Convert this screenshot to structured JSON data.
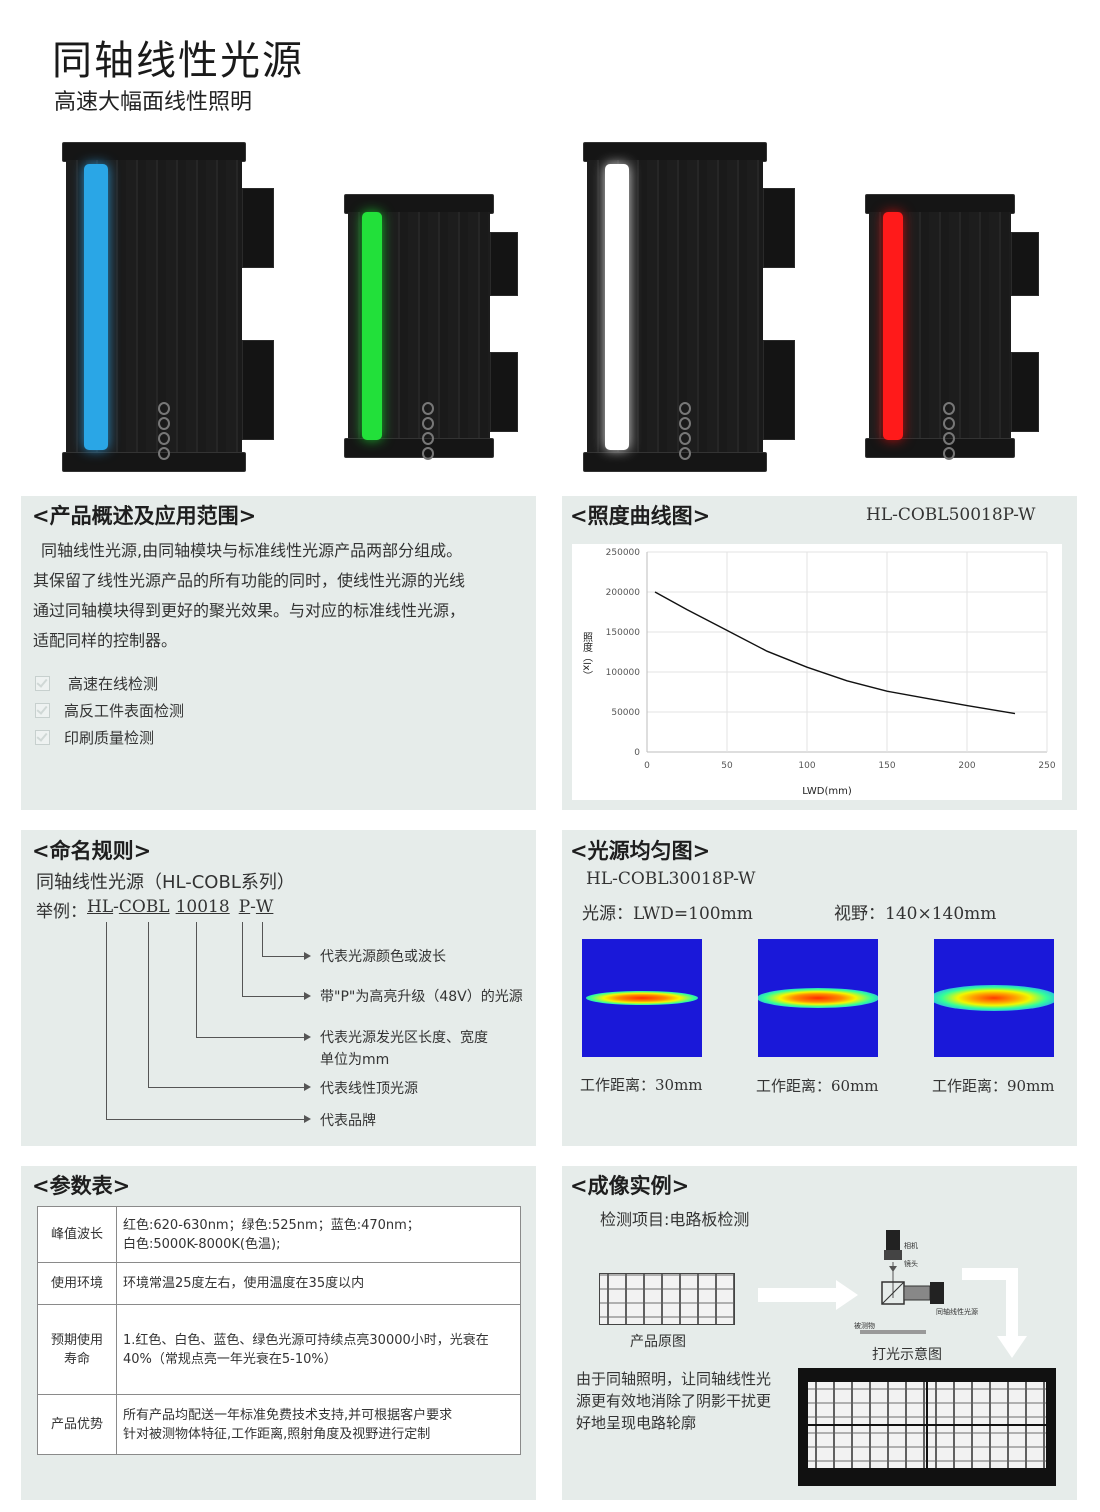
{
  "header": {
    "title": "同轴线性光源",
    "subtitle": "高速大幅面线性照明"
  },
  "products": [
    {
      "color": "blue",
      "hex": "#2aa6e6"
    },
    {
      "color": "green",
      "hex": "#22e03a"
    },
    {
      "color": "white",
      "hex": "#ffffff"
    },
    {
      "color": "red",
      "hex": "#ff1a1a"
    }
  ],
  "overview": {
    "heading": "<产品概述及应用范围>",
    "paragraph_lines": [
      "同轴线性光源,由同轴模块与标准线性光源产品两部分组成。",
      "其保留了线性光源产品的所有功能的同时，使线性光源的光线",
      "通过同轴模块得到更好的聚光效果。与对应的标准线性光源，",
      "适配同样的控制器。"
    ],
    "applications": [
      "高速在线检测",
      "高反工件表面检测",
      "印刷质量检测"
    ]
  },
  "illuminance": {
    "heading": "<照度曲线图>",
    "model": "HL-COBL50018P-W"
  },
  "chart_data": {
    "type": "line",
    "xlabel": "LWD(mm)",
    "ylabel": "照度（lx）",
    "xlim": [
      0,
      250
    ],
    "ylim": [
      0,
      250000
    ],
    "x_ticks": [
      "0",
      "50",
      "100",
      "150",
      "200",
      "250"
    ],
    "y_ticks": [
      "0",
      "50000",
      "100000",
      "150000",
      "200000",
      "250000"
    ],
    "grid": true,
    "series": [
      {
        "x": [
          5,
          25,
          50,
          75,
          100,
          125,
          150,
          175,
          200,
          230
        ],
        "y": [
          200000,
          178000,
          152000,
          126000,
          106000,
          89000,
          76000,
          67000,
          58000,
          48000
        ]
      }
    ]
  },
  "naming": {
    "heading": "<命名规则>",
    "series_line": "同轴线性光源（HL-COBL系列）",
    "example_prefix": "举例：",
    "example_parts": [
      "HL",
      "-",
      "COBL",
      "10018",
      "P",
      "-",
      "W"
    ],
    "labels": [
      "代表光源颜色或波长",
      "带\"P\"为高亮升级（48V）的光源",
      "代表光源发光区长度、宽度",
      "单位为mm",
      "代表线性顶光源",
      "代表品牌"
    ]
  },
  "uniformity": {
    "heading": "<光源均匀图>",
    "model": "HL-COBL30018P-W",
    "source_line": "光源：LWD=100mm",
    "fov_line": "视野：140×140mm",
    "captions": [
      "工作距离：30mm",
      "工作距离：60mm",
      "工作距离：90mm"
    ]
  },
  "params": {
    "heading": "<参数表>",
    "rows": [
      {
        "key": "峰值波长",
        "lines": [
          "红色:620-630nm；绿色:525nm；蓝色:470nm；",
          "白色:5000K-8000K(色温);"
        ]
      },
      {
        "key": "使用环境",
        "lines": [
          "环境常温25度左右，使用温度在35度以内"
        ]
      },
      {
        "key_lines": [
          "预期使用",
          "寿命"
        ],
        "lines": [
          "1.红色、白色、蓝色、绿色光源可持续点亮30000小时，光衰在",
          "40%（常规点亮一年光衰在5-10%）"
        ]
      },
      {
        "key": "产品优势",
        "lines": [
          "所有产品均配送一年标准免费技术支持,并可根据客户要求",
          "针对被测物体特征,工作距离,照射角度及视野进行定制"
        ]
      }
    ]
  },
  "imaging": {
    "heading": "<成像实例>",
    "item": "检测项目:电路板检测",
    "original_caption": "产品原图",
    "diagram_caption": "打光示意图",
    "diagram_labels": [
      "相机",
      "镜头",
      "同轴线性光源",
      "被测物"
    ],
    "desc_lines": [
      "由于同轴照明，让同轴线性光",
      "源更有效地消除了阴影干扰更",
      "好地呈现电路轮廓"
    ]
  }
}
